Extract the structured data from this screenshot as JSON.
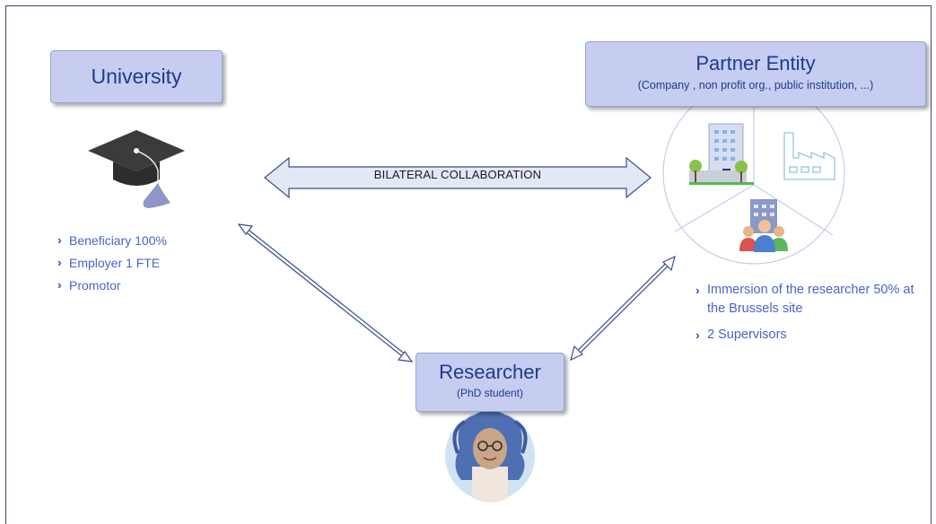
{
  "university": {
    "title": "University",
    "bullets": [
      "Beneficiary 100%",
      "Employer 1 FTE",
      "Promotor"
    ]
  },
  "partner": {
    "title": "Partner Entity",
    "subtitle": "(Company , non profit org., public institution, ...)",
    "bullets": [
      "Immersion of the researcher 50% at the Brussels site",
      "2 Supervisors"
    ]
  },
  "researcher": {
    "title": "Researcher",
    "subtitle": "(PhD student)"
  },
  "collaboration": {
    "label": "BILATERAL COLLABORATION"
  },
  "colors": {
    "box_fill": "#c7cdf0",
    "box_text": "#1f3b8c",
    "bullet_text": "#4a63c9",
    "arrow_fill": "#e3e8f5",
    "arrow_stroke": "#3b4f8f"
  },
  "icons": [
    "graduation-cap-icon",
    "office-building-icon",
    "factory-icon",
    "public-institution-people-icon",
    "researcher-avatar-icon"
  ]
}
